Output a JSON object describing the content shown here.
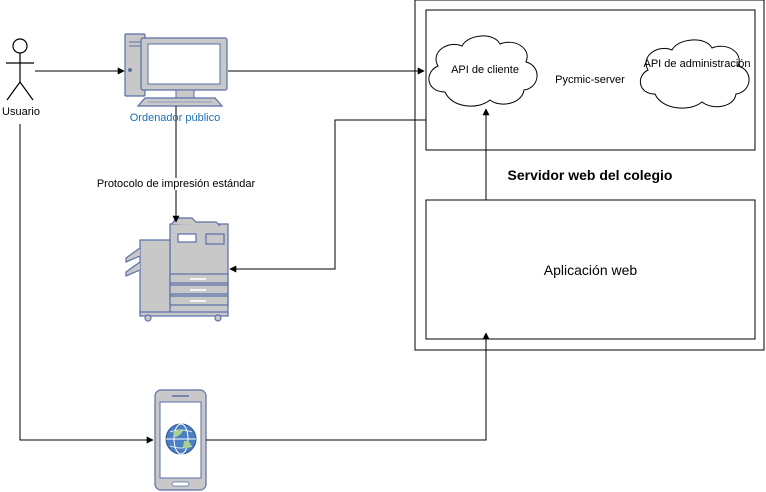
{
  "actor": {
    "label": "Usuario",
    "icon": "user-stick-figure-icon"
  },
  "computer": {
    "label": "Ordenador público",
    "icon": "desktop-computer-icon",
    "label_color": "#1a6fb5"
  },
  "protocol_label": "Protocolo de impresión estándar",
  "printer": {
    "icon": "printer-icon"
  },
  "phone": {
    "icon": "smartphone-globe-icon"
  },
  "server": {
    "title": "Servidor web del colegio",
    "inner_box": {
      "title": "Pycmic-server",
      "clouds": [
        {
          "label": "API de cliente"
        },
        {
          "label": "API de administración"
        }
      ]
    },
    "app_box": {
      "label": "Aplicación web"
    }
  },
  "colors": {
    "line": "#000000",
    "device_fill": "#c8c8c8",
    "device_stroke": "#5a6fa8"
  }
}
